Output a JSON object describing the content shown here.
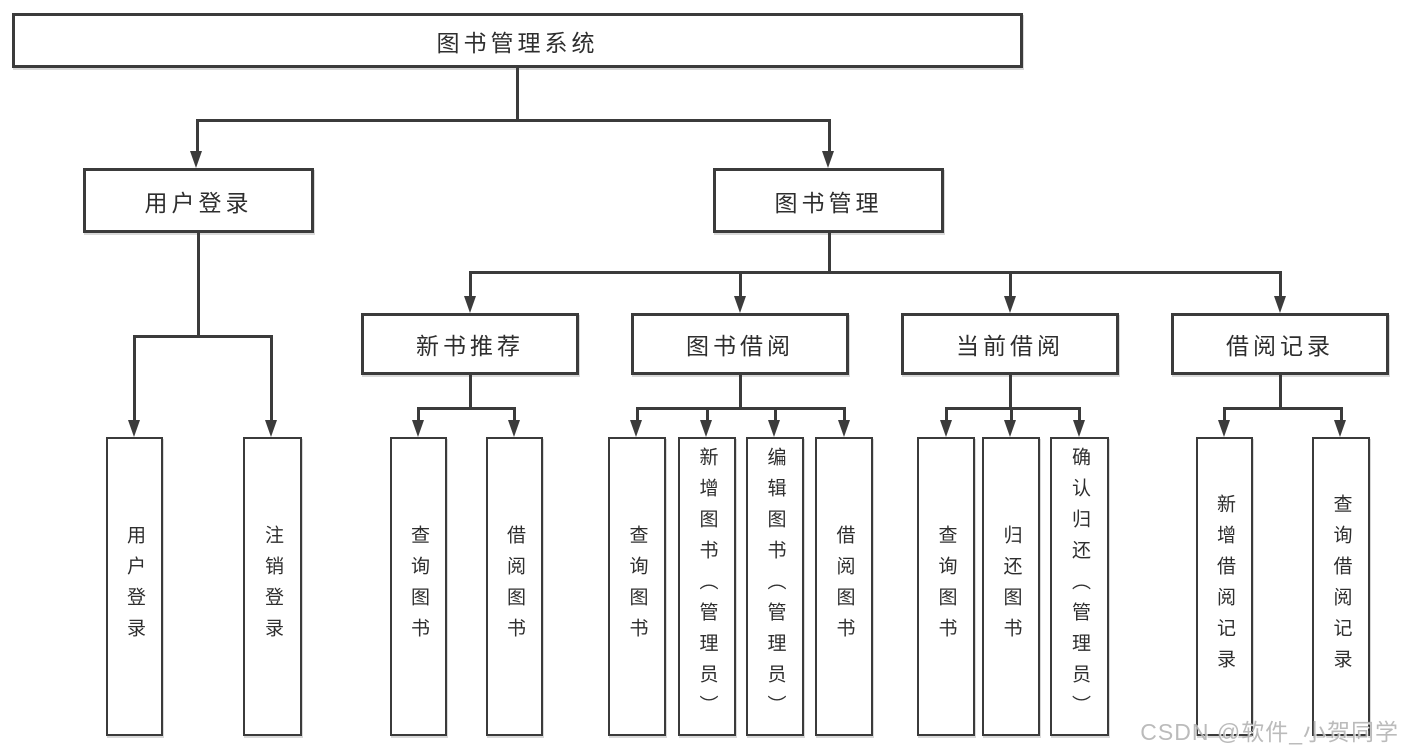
{
  "root": {
    "label": "图书管理系统"
  },
  "level2": [
    {
      "label": "用户登录"
    },
    {
      "label": "图书管理"
    }
  ],
  "level3": [
    {
      "label": "新书推荐"
    },
    {
      "label": "图书借阅"
    },
    {
      "label": "当前借阅"
    },
    {
      "label": "借阅记录"
    }
  ],
  "leaves": {
    "user_login": [
      {
        "label": "用户登录"
      },
      {
        "label": "注销登录"
      }
    ],
    "new_book_recommend": [
      {
        "label": "查询图书"
      },
      {
        "label": "借阅图书"
      }
    ],
    "book_borrow": [
      {
        "label": "查询图书"
      },
      {
        "label": "新增图书（管理员）"
      },
      {
        "label": "编辑图书（管理员）"
      },
      {
        "label": "借阅图书"
      }
    ],
    "current_borrow": [
      {
        "label": "查询图书"
      },
      {
        "label": "归还图书"
      },
      {
        "label": "确认归还（管理员）"
      }
    ],
    "borrow_records": [
      {
        "label": "新增借阅记录"
      },
      {
        "label": "查询借阅记录"
      }
    ]
  },
  "watermark": {
    "text": "CSDN @软件_小贺同学"
  },
  "colors": {
    "line": "#3b3b3b",
    "text": "#2e2e2e",
    "box_background": "#ffffff",
    "page_background": "#ffffff",
    "watermark": "#b4b4b4"
  }
}
